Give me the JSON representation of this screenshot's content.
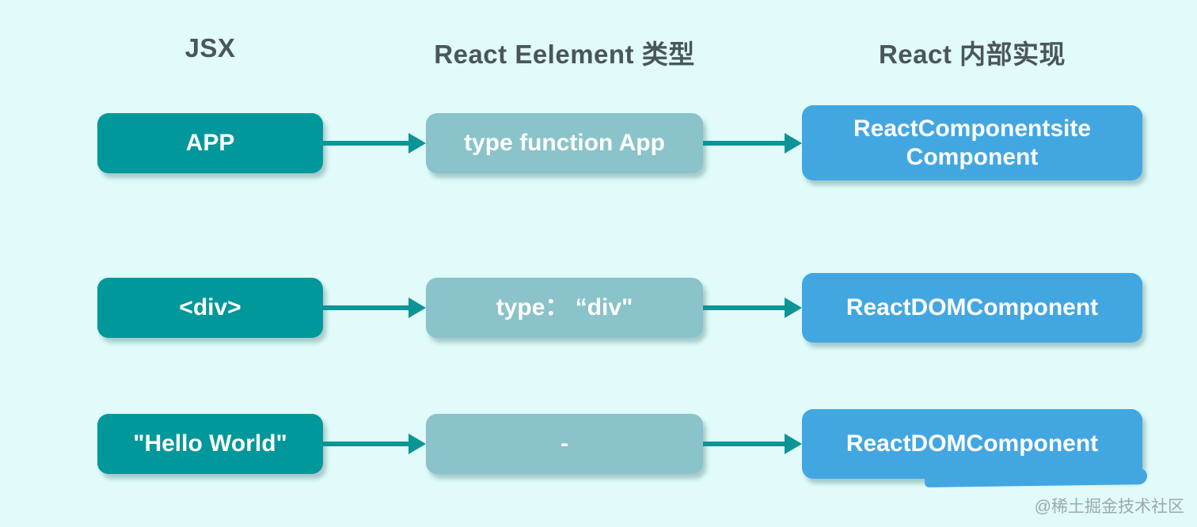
{
  "headers": {
    "jsx": "JSX",
    "element_type": "React Eelement 类型",
    "internal": "React 内部实现"
  },
  "rows": [
    {
      "jsx": "APP",
      "element_type": "type function App",
      "internal": "ReactComponentsite Component"
    },
    {
      "jsx": "<div>",
      "element_type": "type： “div\"",
      "internal": "ReactDOMComponent"
    },
    {
      "jsx": "\"Hello World\"",
      "element_type": "-",
      "internal": "ReactDOMComponent"
    }
  ],
  "watermark": "@稀土掘金技术社区",
  "colors": {
    "background": "#e0fbfa",
    "jsx-box": "#00989a",
    "type-box": "#8ac3ca",
    "internal-box": "#42a7e1",
    "arrow": "#0d9497",
    "header-text": "#4b565a",
    "box-text": "#ffffff",
    "watermark-text": "#96a0a6"
  }
}
